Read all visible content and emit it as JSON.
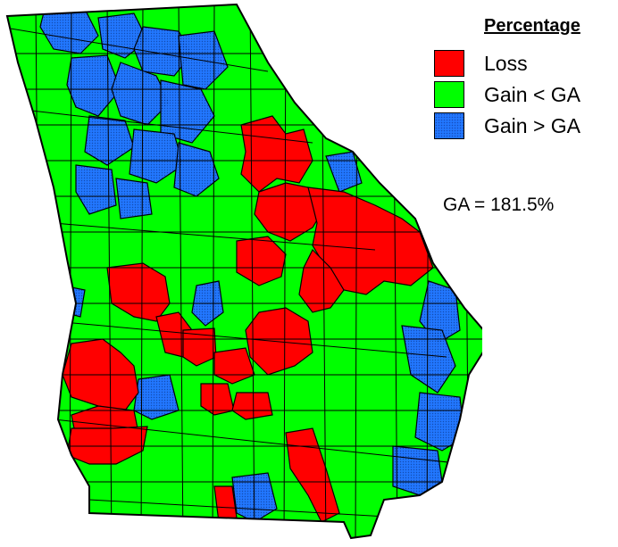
{
  "map": {
    "region": "Georgia counties",
    "colors": {
      "loss": "#ff0000",
      "gain_below": "#00ff00",
      "gain_above": "#2277ff",
      "border": "#000000"
    }
  },
  "legend": {
    "title": "Percentage",
    "items": [
      {
        "label": "Loss",
        "color": "#ff0000",
        "pattern": "solid"
      },
      {
        "label": "Gain < GA",
        "color": "#00ff00",
        "pattern": "solid"
      },
      {
        "label": "Gain > GA",
        "color": "#2277ff",
        "pattern": "dotted"
      }
    ]
  },
  "note": "GA = 181.5%"
}
